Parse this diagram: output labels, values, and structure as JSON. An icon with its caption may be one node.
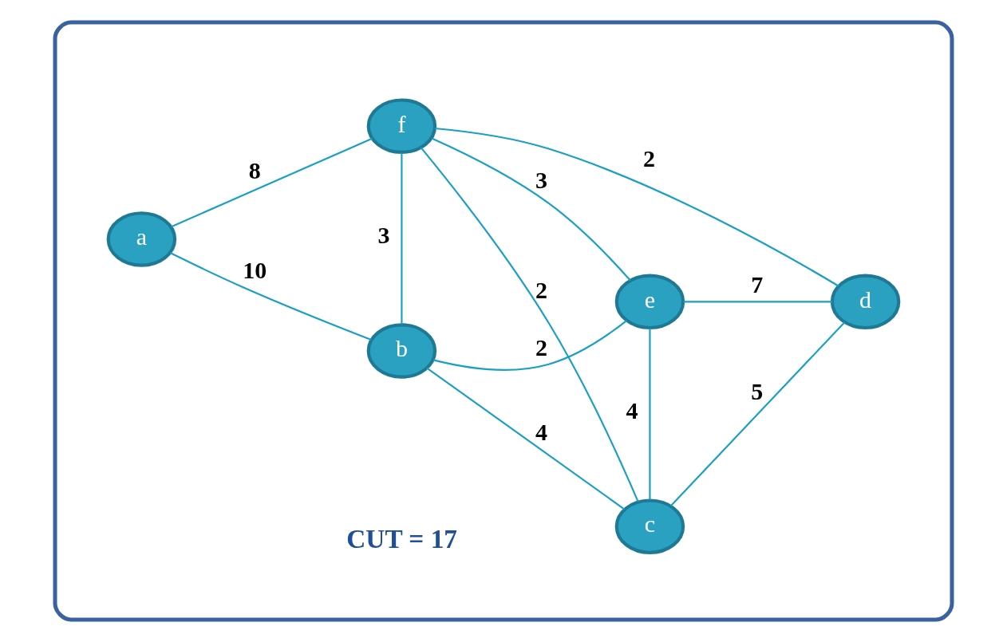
{
  "diagram": {
    "nodes": [
      {
        "text": [],
        "shape": "ellipse"
      },
      {
        "text": [
          "a"
        ],
        "in": 0
      },
      {
        "text": [
          "b"
        ],
        "in": 0
      },
      {
        "text": [
          "c"
        ],
        "in": 0
      },
      {
        "text": [
          "d"
        ],
        "in": 0
      },
      {
        "text": [
          "e"
        ],
        "in": 0
      },
      {
        "text": [
          "f"
        ],
        "in": 0
      }
    ],
    "edges": [
      {
        "from": 1,
        "to": 2,
        "arrow": "none",
        "label": "10"
      },
      {
        "from": 1,
        "to": 6,
        "arrow": "none",
        "label": "8"
      },
      {
        "from": 2,
        "to": 3,
        "arrow": "none",
        "label": "4"
      },
      {
        "from": 2,
        "to": 6,
        "arrow": "none",
        "label": "3"
      },
      {
        "from": 2,
        "to": 5,
        "arrow": "none",
        "label": "2"
      },
      {
        "from": 3,
        "to": 6,
        "arrow": "none",
        "label": "2"
      },
      {
        "from": 3,
        "to": 5,
        "arrow": "none",
        "label": "4"
      },
      {
        "from": 3,
        "to": 4,
        "arrow": "none",
        "label": "5"
      },
      {
        "from": 4,
        "to": 6,
        "arrow": "none",
        "label": "2"
      },
      {
        "from": 4,
        "to": 5,
        "arrow": "none",
        "label": "7"
      },
      {
        "from": 6,
        "to": 5,
        "arrow": "none",
        "label": "3"
      }
    ],
    "labels": [
      "CUT = 17"
    ]
  }
}
